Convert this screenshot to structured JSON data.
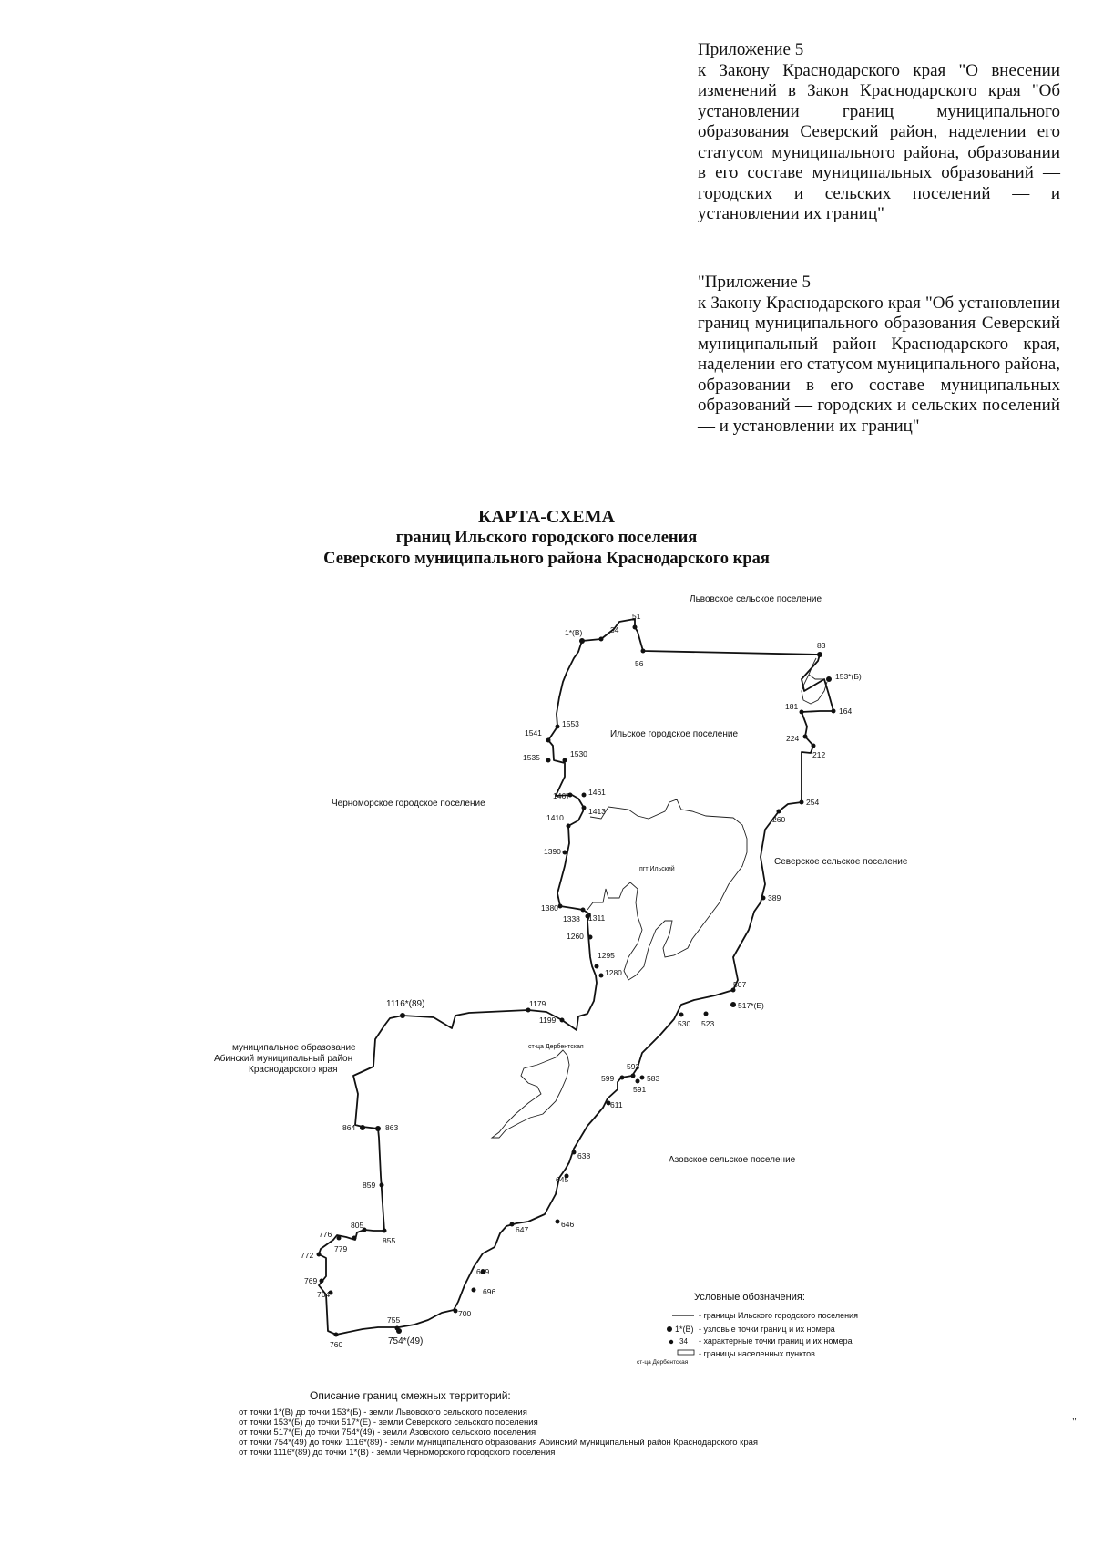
{
  "appendix_1": {
    "lines": [
      "Приложение 5",
      "к Закону Краснодарского края \"О внесении изменений в Закон Краснодарского края \"Об установлении границ муниципального образования Северский район, наделении его статусом муниципального района, образовании в его составе муниципальных образований — городских и сельских поселений — и установлении их границ\""
    ]
  },
  "appendix_2": {
    "lines": [
      "\"Приложение 5",
      "к Закону Краснодарского края \"Об установлении границ муниципального образования Северский муниципальный район Краснодарского края, наделении его статусом муниципального района, образовании в его составе муниципальных образований — городских и сельских поселений — и установлении их границ\""
    ]
  },
  "title": {
    "line1": "КАРТА-СХЕМА",
    "line2": "границ Ильского городского поселения",
    "line3": "Северского муниципального района Краснодарского края"
  },
  "map": {
    "region_labels": {
      "lvovskoe": "Львовское сельское поселение",
      "ilskoe": "Ильское городское поселение",
      "chernomorskoe": "Черноморское городское поселение",
      "severskoe": "Северское сельское поселение",
      "abinsky_1": "муниципальное образование",
      "abinsky_2": "Абинский муниципальный район",
      "abinsky_3": "Краснодарского края",
      "azovskoe": "Азовское сельское поселение",
      "ilsky_settlement": "пгт Ильский",
      "derbentskaya": "ст-ца Дербентская"
    },
    "points": [
      "1*(В)",
      "34",
      "51",
      "56",
      "83",
      "153*(Б)",
      "164",
      "181",
      "224",
      "212",
      "254",
      "260",
      "389",
      "507",
      "517*(Е)",
      "523",
      "530",
      "583",
      "591",
      "593",
      "599",
      "611",
      "638",
      "645",
      "646",
      "647",
      "689",
      "696",
      "700",
      "755",
      "754*(49)",
      "760",
      "764",
      "769",
      "772",
      "776",
      "779",
      "805",
      "855",
      "859",
      "863",
      "864",
      "1116*(89)",
      "1179",
      "1199",
      "1280",
      "1295",
      "1260",
      "1311",
      "1338",
      "1380",
      "1390",
      "1410",
      "1413",
      "1461",
      "1467",
      "1530",
      "1535",
      "1541",
      "1553"
    ]
  },
  "legend": {
    "title": "Условные обозначения:",
    "item_boundary": "- границы Ильского городского поселения",
    "node_sample": "1*(В)",
    "item_node": "- узловые точки границ и их номера",
    "char_sample": "34",
    "item_char": "- характерные точки границ и их номера",
    "settlement_sample": "ст-ца Дербентская",
    "item_settlement": "- границы населенных пунктов"
  },
  "description": {
    "title": "Описание границ смежных территорий:",
    "lines": [
      "от точки 1*(В) до точки 153*(Б) - земли Львовского сельского поселения",
      "от точки 153*(Б) до точки 517*(Е) - земли Северского сельского поселения",
      "от точки 517*(Е) до точки 754*(49) - земли Азовского сельского поселения",
      "от точки 754*(49) до точки 1116*(89) - земли муниципального образования Абинский муниципальный район Краснодарского края",
      "от точки 1116*(89) до точки 1*(В) - земли Черноморского городского поселения"
    ]
  },
  "closing_mark": "\""
}
